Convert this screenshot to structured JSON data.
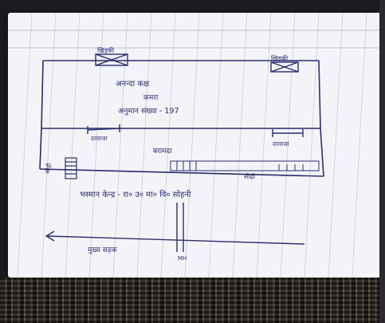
{
  "sketch": {
    "window_top_left": "खिड़की",
    "window_top_right": "खिड़की",
    "room_name": "अनन्दा कक्ष",
    "room_sub": "कमरा",
    "room_number_label": "अनुमान संख्या - 197",
    "door_left": "दरवाजा",
    "door_right": "दरवाजा",
    "corridor": "बरामदा",
    "stairs_label": "सीढ़ी",
    "side_label": "सीढ़ी",
    "bottom_note": "भस्मान केन्द्र - रा० उ० मा० वि० सोहनी",
    "road_label": "मुख्य सड़क",
    "road_number": "MH"
  }
}
